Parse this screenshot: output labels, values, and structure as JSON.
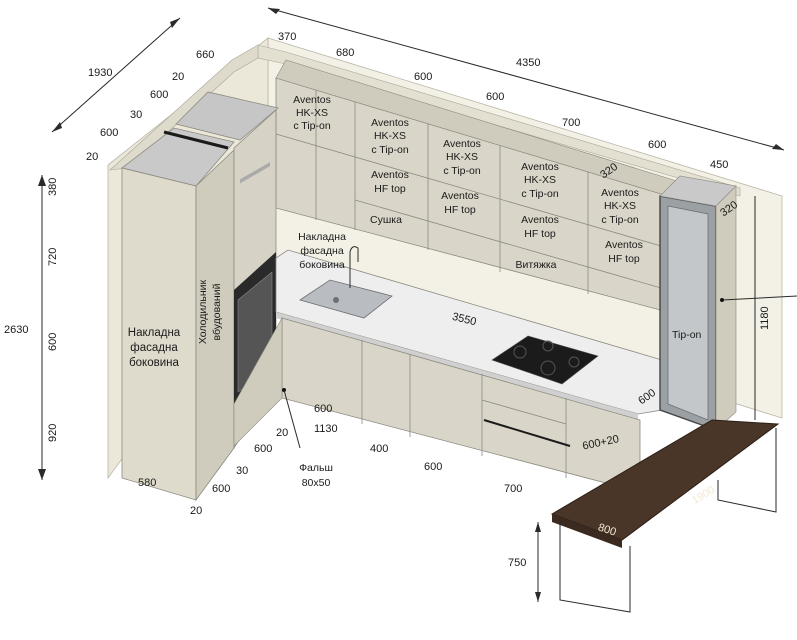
{
  "dims": {
    "top_1930": "1930",
    "top_660": "660",
    "top_370": "370",
    "top_680": "680",
    "top_4350": "4350",
    "top_600a": "600",
    "top_600b": "600",
    "top_700": "700",
    "top_600c": "600",
    "top_450": "450",
    "top_320a": "320",
    "top_320b": "320",
    "left_20a": "20",
    "left_600a": "600",
    "left_30a": "30",
    "left_600b": "600",
    "left_20b": "20",
    "h_380": "380",
    "h_720": "720",
    "h_2630": "2630",
    "h_600": "600",
    "h_920": "920",
    "h_1180": "1180",
    "h_750": "750",
    "cnt_3550": "3550",
    "cnt_600a": "600",
    "cnt_600b": "600",
    "cnt_600_20": "600+20",
    "b_580": "580",
    "b_20a": "20",
    "b_1130": "1130",
    "b_600a": "600",
    "b_400": "400",
    "b_30": "30",
    "b_600b": "600",
    "b_600c": "600",
    "b_700": "700",
    "b_20b": "20",
    "t_1900": "1900",
    "t_800": "800"
  },
  "labels": {
    "upper1": [
      "Aventos",
      "HK-XS",
      "c Tip-on"
    ],
    "upper2a": [
      "Aventos",
      "HK-XS",
      "c Tip-on"
    ],
    "upper2b": [
      "Aventos",
      "HF top"
    ],
    "upper2c": "Сушка",
    "upper3a": [
      "Aventos",
      "HK-XS",
      "c Tip-on"
    ],
    "upper3b": [
      "Aventos",
      "HF top"
    ],
    "upper4a": [
      "Aventos",
      "HK-XS",
      "c Tip-on"
    ],
    "upper4b": [
      "Aventos",
      "HF top"
    ],
    "upper4c": "Витяжка",
    "upper5a": [
      "Aventos",
      "HK-XS",
      "c Tip-on"
    ],
    "upper5b": [
      "Aventos",
      "HF top"
    ],
    "side_panel_upper": [
      "Накладна",
      "фасадна",
      "боковина"
    ],
    "side_panel_left": [
      "Накладна",
      "фасадна",
      "боковина"
    ],
    "fridge": [
      "Холодильник",
      "вбудований"
    ],
    "tipon": "Tip-on",
    "falsh": [
      "Фальш",
      "80x50"
    ]
  },
  "colors": {
    "facade": "#d9d5c8",
    "facade_dark": "#c9c5b8",
    "wall_left": "#e9e6d8",
    "wall_back": "#f1efe2",
    "countertop": "#eeeeee",
    "table_wood": "#4a3628",
    "cooktop": "#1b1b1b",
    "sink": "#b9bcc0",
    "glass": "#8e9498"
  }
}
